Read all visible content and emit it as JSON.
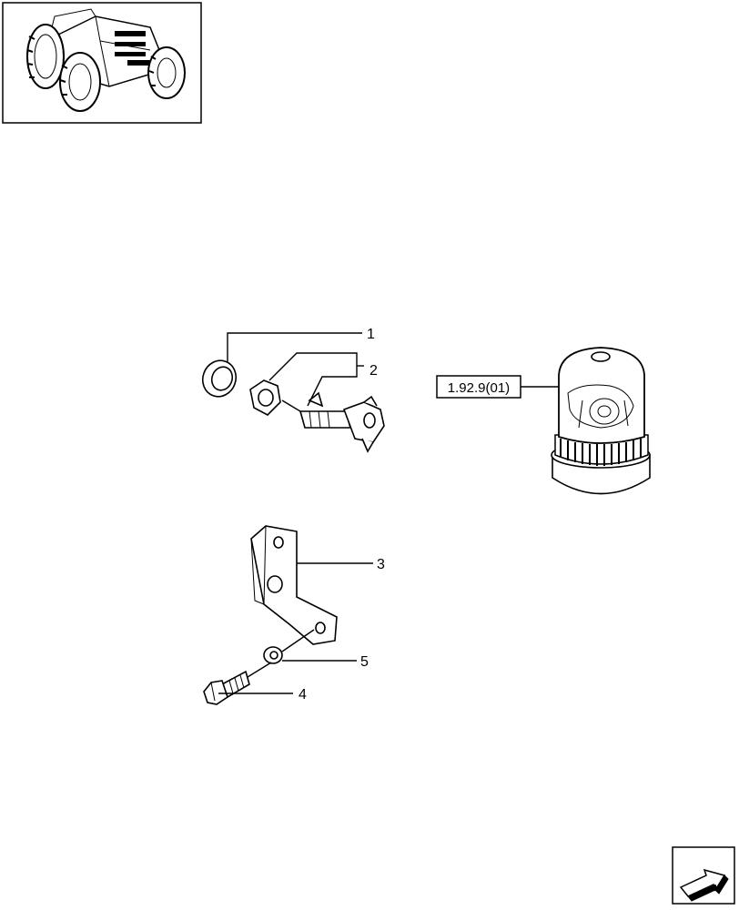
{
  "callouts": {
    "c1": "1",
    "c2": "2",
    "c3": "3",
    "c4": "4",
    "c5": "5"
  },
  "reference": {
    "label": "1.92.9(01)"
  },
  "icons": {
    "tractor": "tractor-thumbnail-icon",
    "nav": "next-page-arrow-icon"
  }
}
